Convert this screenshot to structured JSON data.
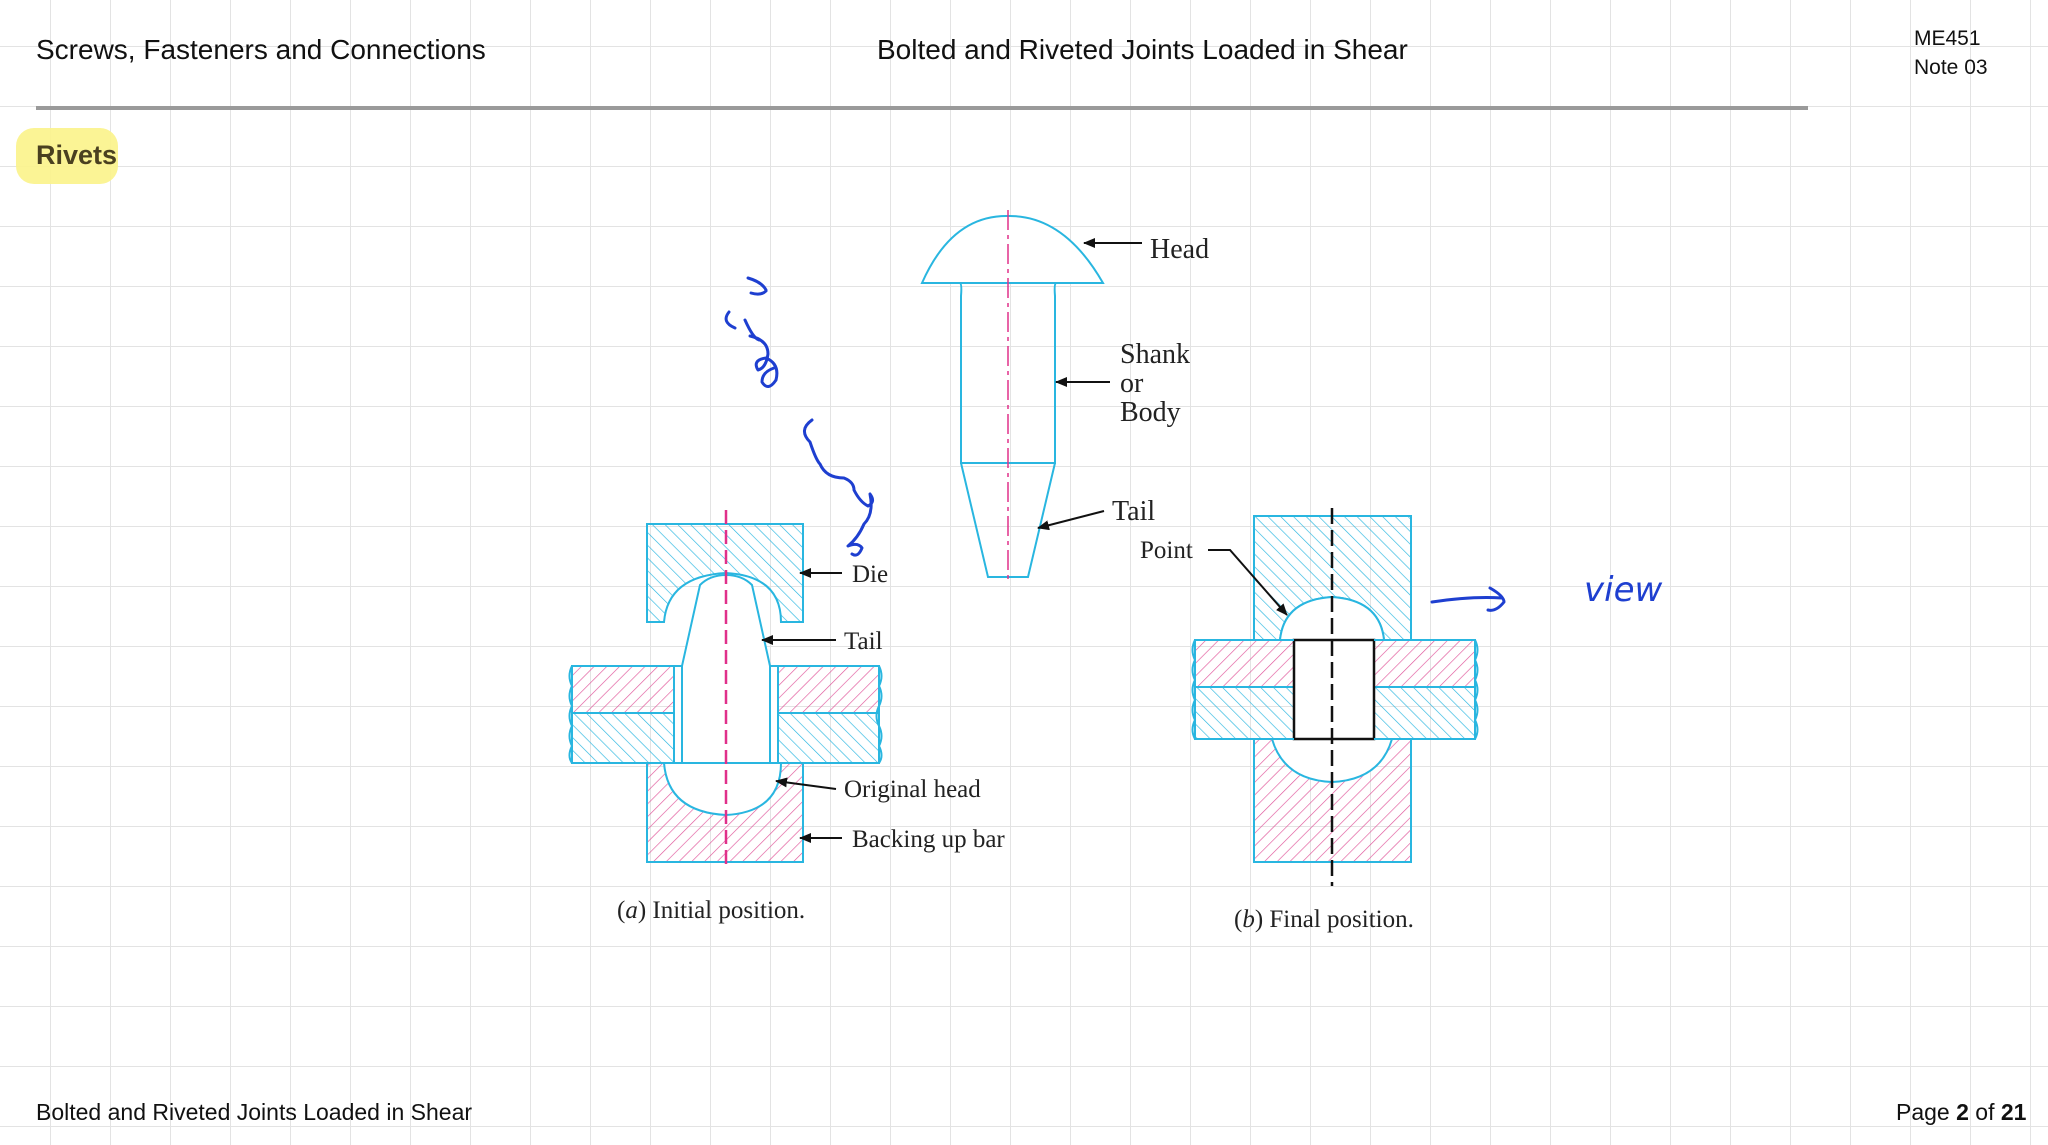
{
  "header": {
    "left_title": "Screws, Fasteners and Connections",
    "center_title": "Bolted and Riveted Joints Loaded in Shear",
    "course_code": "ME451",
    "note": "Note 03"
  },
  "section": {
    "heading": "Rivets"
  },
  "figure": {
    "labels": {
      "head": "Head",
      "shank": "Shank",
      "or": "or",
      "body": "Body",
      "tail_top": "Tail",
      "point": "Point",
      "die": "Die",
      "tail_a": "Tail",
      "original_head": "Original head",
      "backing_bar": "Backing up bar"
    },
    "caption_a": {
      "letter": "a",
      "text": "Initial position."
    },
    "caption_b": {
      "letter": "b",
      "text": "Final position."
    }
  },
  "annotations": {
    "handwritten_view": "view"
  },
  "footer": {
    "left": "Bolted and Riveted Joints Loaded in Shear",
    "page_prefix": "Page ",
    "page_current": "2",
    "page_of": " of ",
    "page_total": "21"
  },
  "colors": {
    "outline": "#29b6e0",
    "hatch_pink": "#e0559a",
    "centerline": "#e0308a",
    "ink": "#1e3fd0",
    "highlight": "#fbf38a"
  }
}
